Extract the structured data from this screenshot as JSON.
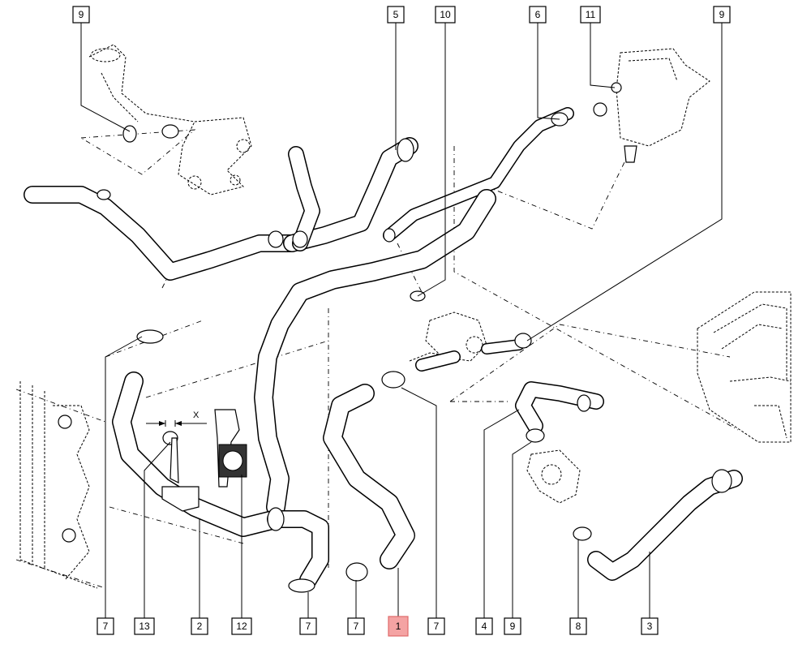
{
  "diagram": {
    "callouts_top": [
      {
        "id": "top-9-left",
        "label": "9"
      },
      {
        "id": "top-5",
        "label": "5"
      },
      {
        "id": "top-10",
        "label": "10"
      },
      {
        "id": "top-6",
        "label": "6"
      },
      {
        "id": "top-11",
        "label": "11"
      },
      {
        "id": "top-9-right",
        "label": "9"
      }
    ],
    "callouts_bottom": [
      {
        "id": "bottom-7-a",
        "label": "7"
      },
      {
        "id": "bottom-13",
        "label": "13"
      },
      {
        "id": "bottom-2",
        "label": "2"
      },
      {
        "id": "bottom-12",
        "label": "12"
      },
      {
        "id": "bottom-7-b",
        "label": "7"
      },
      {
        "id": "bottom-7-c",
        "label": "7"
      },
      {
        "id": "bottom-1",
        "label": "1"
      },
      {
        "id": "bottom-7-d",
        "label": "7"
      },
      {
        "id": "bottom-4",
        "label": "4"
      },
      {
        "id": "bottom-9",
        "label": "9"
      },
      {
        "id": "bottom-8",
        "label": "8"
      },
      {
        "id": "bottom-3",
        "label": "3"
      }
    ],
    "dimension_label": "X",
    "highlight_color": "#f4a3a3"
  }
}
